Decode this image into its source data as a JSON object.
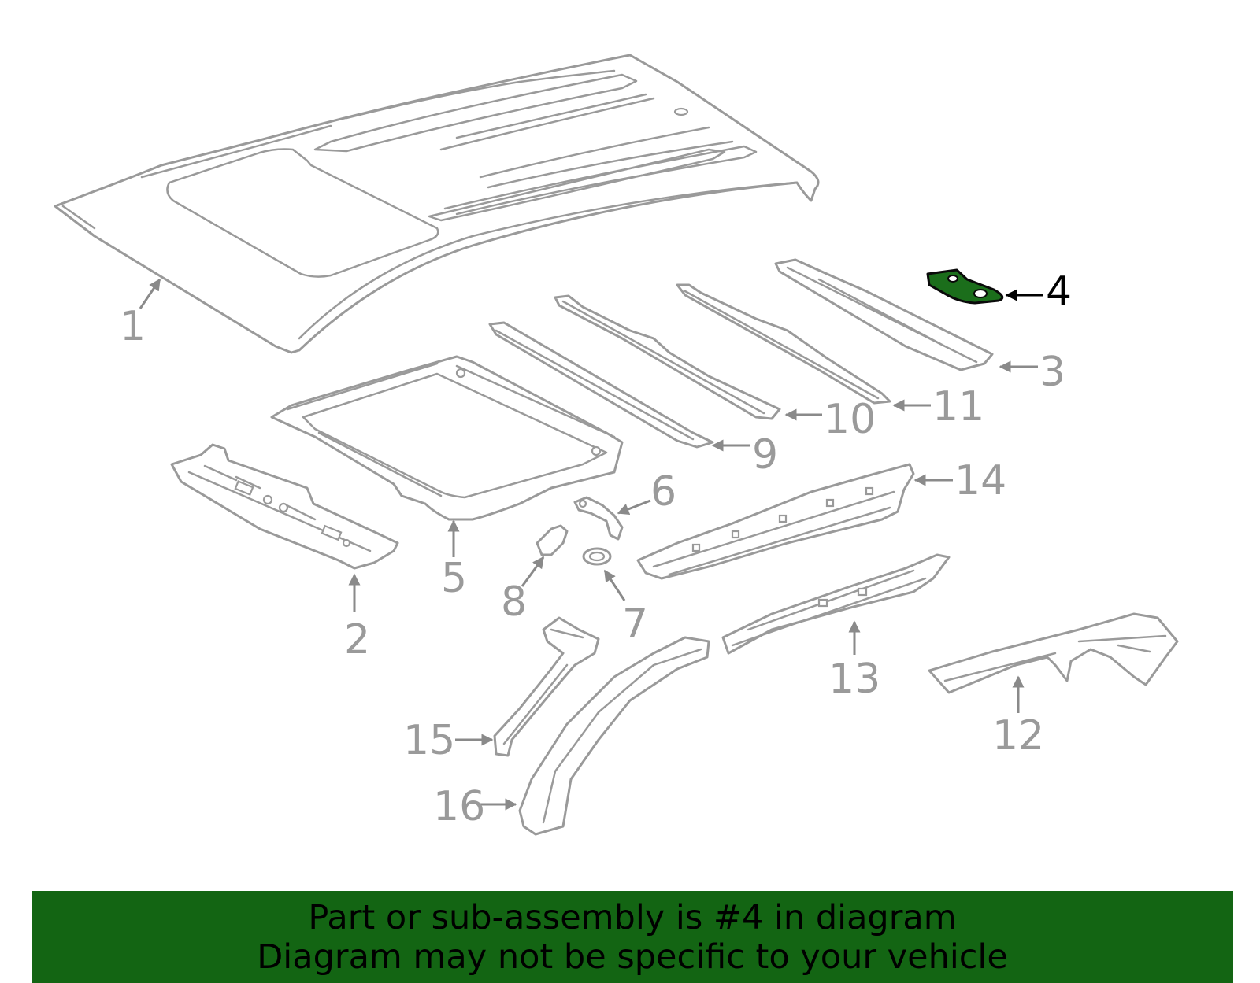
{
  "colors": {
    "part_outline": "#9a9a9a",
    "highlight_fill": "#1b6e1b",
    "banner_bg": "#136513",
    "banner_text": "#000000"
  },
  "callouts": [
    {
      "id": "1",
      "label": "1"
    },
    {
      "id": "2",
      "label": "2"
    },
    {
      "id": "3",
      "label": "3"
    },
    {
      "id": "4",
      "label": "4",
      "highlighted": true
    },
    {
      "id": "5",
      "label": "5"
    },
    {
      "id": "6",
      "label": "6"
    },
    {
      "id": "7",
      "label": "7"
    },
    {
      "id": "8",
      "label": "8"
    },
    {
      "id": "9",
      "label": "9"
    },
    {
      "id": "10",
      "label": "10"
    },
    {
      "id": "11",
      "label": "11"
    },
    {
      "id": "12",
      "label": "12"
    },
    {
      "id": "13",
      "label": "13"
    },
    {
      "id": "14",
      "label": "14"
    },
    {
      "id": "15",
      "label": "15"
    },
    {
      "id": "16",
      "label": "16"
    }
  ],
  "banner": {
    "line1": "Part or sub-assembly is #4 in diagram",
    "line2": "Diagram may not be specific to your vehicle"
  }
}
